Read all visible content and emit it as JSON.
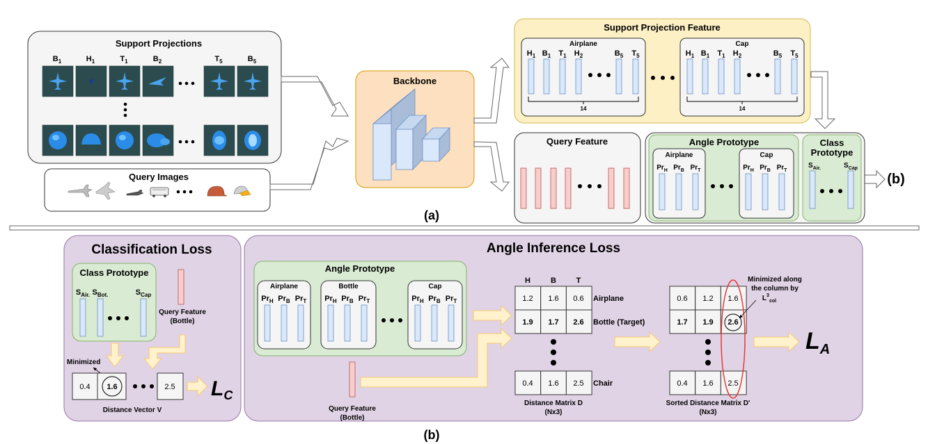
{
  "top": {
    "support_projections": {
      "title": "Support Projections",
      "view_labels": [
        {
          "base": "B",
          "sub": "1"
        },
        {
          "base": "H",
          "sub": "1"
        },
        {
          "base": "T",
          "sub": "1"
        },
        {
          "base": "B",
          "sub": "2"
        },
        {
          "base": "T",
          "sub": "5"
        },
        {
          "base": "B",
          "sub": "5"
        }
      ]
    },
    "query_images_title": "Query Images",
    "backbone_title": "Backbone",
    "support_projection_feature": {
      "title": "Support Projection Feature",
      "groups": [
        {
          "name": "Airplane",
          "count": "14"
        },
        {
          "name": "Cap",
          "count": "14"
        }
      ],
      "col_labels": [
        {
          "base": "H",
          "sub": "1"
        },
        {
          "base": "B",
          "sub": "1"
        },
        {
          "base": "T",
          "sub": "1"
        },
        {
          "base": "H",
          "sub": "2"
        },
        {
          "base": "B",
          "sub": "5"
        },
        {
          "base": "T",
          "sub": "5"
        }
      ]
    },
    "query_feature_title": "Query Feature",
    "angle_prototype": {
      "title": "Angle Prototype",
      "groups": [
        "Airplane",
        "Cap"
      ],
      "pr_labels": [
        {
          "base": "Pr",
          "sub": "H"
        },
        {
          "base": "Pr",
          "sub": "B"
        },
        {
          "base": "Pr",
          "sub": "T"
        }
      ]
    },
    "class_prototype": {
      "title_line1": "Class",
      "title_line2": "Prototype",
      "labels": [
        {
          "base": "S",
          "sub": "Air."
        },
        {
          "base": "S",
          "sub": "Cap"
        }
      ]
    },
    "output_label": "(b)",
    "caption": "(a)"
  },
  "bottom": {
    "classification_loss": {
      "title": "Classification Loss",
      "class_prototype_title": "Class Prototype",
      "labels": [
        {
          "base": "S",
          "sub": "Air."
        },
        {
          "base": "S",
          "sub": "Bot."
        },
        {
          "base": "S",
          "sub": "Cap"
        }
      ],
      "query_feature_line1": "Query Feature",
      "query_feature_line2": "(Bottle)",
      "minimized_label": "Minimized",
      "distance_values": [
        "0.4",
        "1.6",
        "2.5"
      ],
      "distance_vector_label": "Distance Vector V",
      "loss_base": "L",
      "loss_sub": "C"
    },
    "angle_inference_loss": {
      "title": "Angle Inference Loss",
      "angle_prototype_title": "Angle Prototype",
      "groups": [
        "Airplane",
        "Bottle",
        "Cap"
      ],
      "query_feature_line1": "Query Feature",
      "query_feature_line2": "(Bottle)",
      "matrix_headers": [
        "H",
        "B",
        "T"
      ],
      "matrix_rows": [
        {
          "label": "Airplane",
          "values": [
            "1.2",
            "1.6",
            "0.6"
          ],
          "bold": false
        },
        {
          "label": "Bottle (Target)",
          "values": [
            "1.9",
            "1.7",
            "2.6"
          ],
          "bold": true
        },
        {
          "label": "Chair",
          "values": [
            "0.4",
            "1.6",
            "2.5"
          ],
          "bold": false
        }
      ],
      "matrix_label_line1": "Distance Matrix D",
      "matrix_label_line2": "(Nx3)",
      "sorted_rows": [
        {
          "values": [
            "0.6",
            "1.2",
            "1.6"
          ],
          "bold": false
        },
        {
          "values": [
            "1.7",
            "1.9",
            "2.6"
          ],
          "bold": true
        },
        {
          "values": [
            "0.4",
            "1.6",
            "2.5"
          ],
          "bold": false
        }
      ],
      "sorted_label_line1": "Sorted Distance Matrix D'",
      "sorted_label_line2": "(Nx3)",
      "note_line1": "Minimized along",
      "note_line2": "the column by",
      "note_line3_base": "L",
      "note_line3_sup": "3",
      "note_line3_sub": "col",
      "loss_base": "L",
      "loss_sub": "A"
    },
    "caption": "(b)"
  },
  "colors": {
    "support_bg": "#f5f5f5",
    "backbone_bg": "#fde0c0",
    "feature_bg": "#fcf0c4",
    "prototype_bg": "#d9ebd3",
    "loss_bg": "#e1d3e6",
    "vector_fill": "#dae8fc",
    "vector_stroke": "#6c8ebf",
    "query_fill": "#f8cecc",
    "query_stroke": "#b85450",
    "arrow_fill": "#fff2cc",
    "arrow_stroke": "#f5c771",
    "highlight_red": "#e53935"
  }
}
